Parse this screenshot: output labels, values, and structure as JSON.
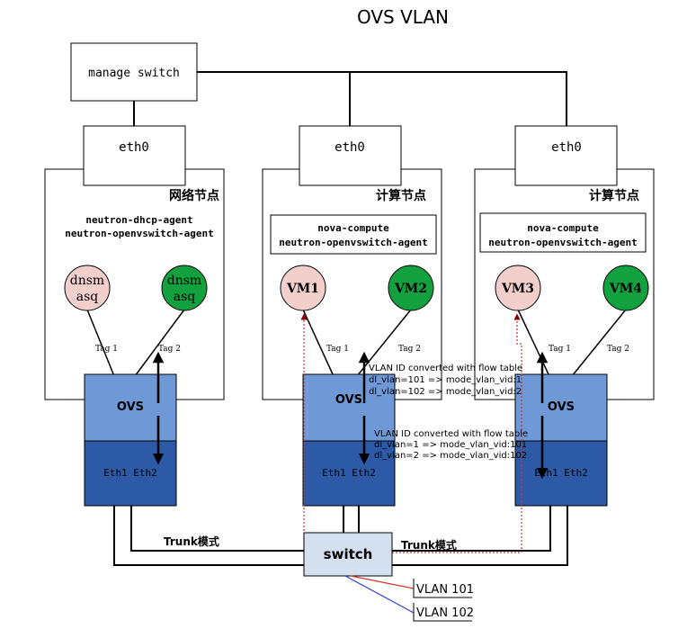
{
  "title": "OVS VLAN",
  "manage_switch": "manage switch",
  "eth_label": "eth0",
  "nodes": [
    {
      "heading": "网络节点",
      "agents": [
        "neutron-dhcp-agent",
        "neutron-openvswitch-agent"
      ],
      "vms": [
        {
          "line1": "dnsm",
          "line2": "asq",
          "color": "#f2cfcb"
        },
        {
          "line1": "dnsm",
          "line2": "asq",
          "color": "#12a13e"
        }
      ],
      "tags": [
        "Tag 1",
        "Tag 2"
      ],
      "ovs": "OVS",
      "eth_pair": "Eth1 Eth2"
    },
    {
      "heading": "计算节点",
      "agents": [
        "nova-compute",
        "neutron-openvswitch-agent"
      ],
      "vms": [
        {
          "line1": "VM1",
          "line2": "",
          "color": "#f2cfcb"
        },
        {
          "line1": "VM2",
          "line2": "",
          "color": "#12a13e"
        }
      ],
      "tags": [
        "Tag 1",
        "Tag 2"
      ],
      "ovs": "OVS",
      "eth_pair": "Eth1 Eth2"
    },
    {
      "heading": "计算节点",
      "agents": [
        "nova-compute",
        "neutron-openvswitch-agent"
      ],
      "vms": [
        {
          "line1": "VM3",
          "line2": "",
          "color": "#f2cfcb"
        },
        {
          "line1": "VM4",
          "line2": "",
          "color": "#12a13e"
        }
      ],
      "tags": [
        "Tag 1",
        "Tag 2"
      ],
      "ovs": "OVS",
      "eth_pair": "Eth1 Eth2"
    }
  ],
  "flow_up": [
    "VLAN ID converted with flow table",
    "dl_vlan=101 => mode_vlan_vid:1",
    "dl_vlan=102 => mode_vlan_vid:2"
  ],
  "flow_down": [
    "VLAN ID converted with flow table",
    "dl_vlan=1 => mode_vlan_vid:101",
    "dl_vlan=2 => mode_vlan_vid:102"
  ],
  "trunk_left": "Trunk模式",
  "trunk_right": "Trunk模式",
  "switch": "switch",
  "vlan_101": "VLAN 101",
  "vlan_102": "VLAN 102",
  "colors": {
    "ovs_top": "#6f98d6",
    "ovs_bottom": "#2d5aa6",
    "switch_fill": "#d4e0ee",
    "vlan101_line": "#d33a2c",
    "vlan102_line": "#2c3fd3",
    "trace_red": "#c0392b"
  }
}
